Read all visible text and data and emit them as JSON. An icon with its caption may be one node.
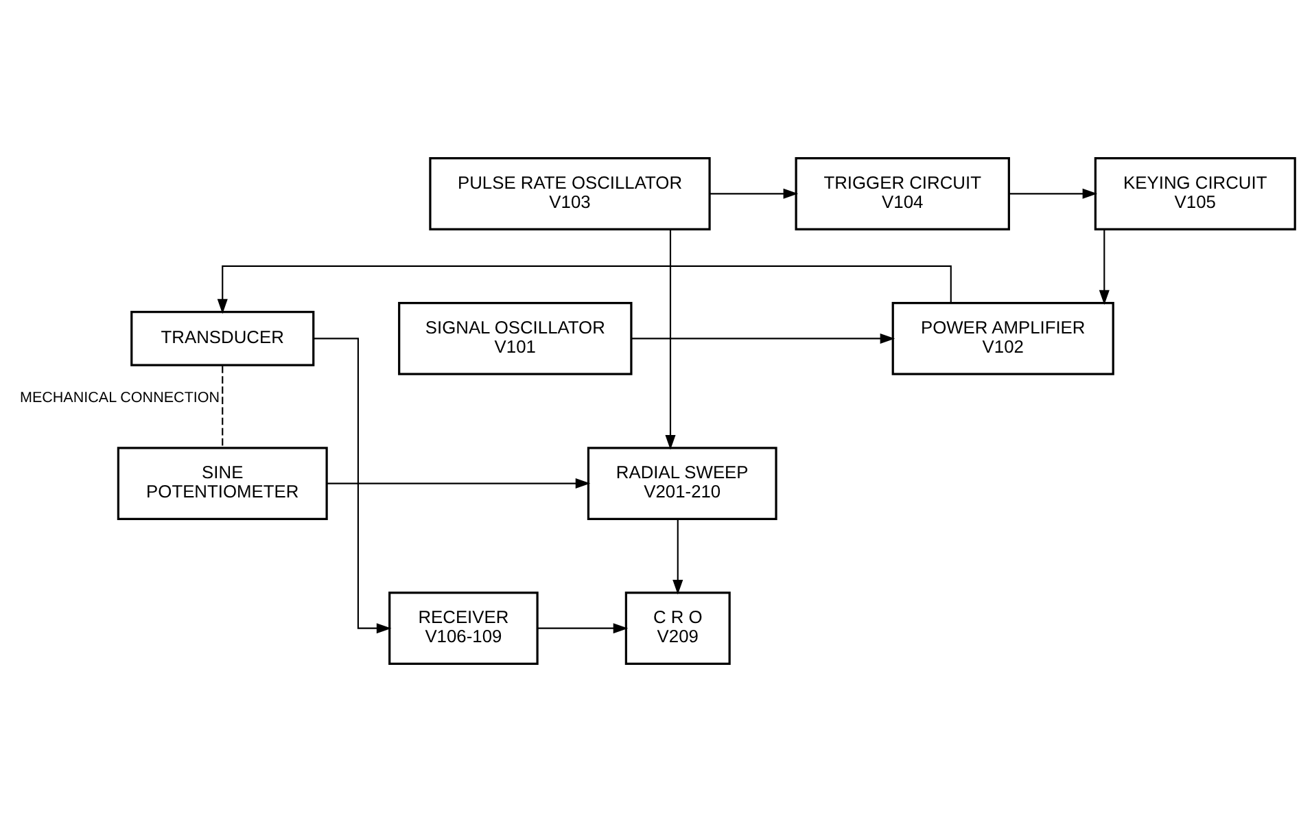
{
  "diagram": {
    "nodes": [
      {
        "text": [
          "PULSE RATE OSCILLATOR",
          "V103"
        ]
      },
      {
        "text": [
          "TRIGGER CIRCUIT",
          "V104"
        ]
      },
      {
        "text": [
          "KEYING CIRCUIT",
          "V105"
        ]
      },
      {
        "text": [
          "SIGNAL OSCILLATOR",
          "V101"
        ]
      },
      {
        "text": [
          "POWER AMPLIFIER",
          "V102"
        ]
      },
      {
        "text": [
          "TRANSDUCER"
        ]
      },
      {
        "text": [
          "RECEIVER",
          "V106-109"
        ]
      },
      {
        "text": [
          "C R O",
          "V209"
        ]
      },
      {
        "text": [
          "RADIAL SWEEP",
          "V201-210"
        ]
      },
      {
        "text": [
          "SINE",
          "POTENTIOMETER"
        ]
      }
    ],
    "edges": [
      {
        "from": 0,
        "to": 1,
        "arrow": "to"
      },
      {
        "from": 1,
        "to": 2,
        "arrow": "to"
      },
      {
        "from": 2,
        "to": 4,
        "arrow": "to"
      },
      {
        "from": 3,
        "to": 4,
        "arrow": "to"
      },
      {
        "from": 4,
        "to": 5,
        "arrow": "to"
      },
      {
        "from": 5,
        "to": 6,
        "arrow": "to"
      },
      {
        "from": 6,
        "to": 7,
        "arrow": "to"
      },
      {
        "from": 8,
        "to": 7,
        "arrow": "to"
      },
      {
        "from": 0,
        "to": 8,
        "arrow": "to"
      },
      {
        "from": 9,
        "to": 8,
        "arrow": "to"
      },
      {
        "from": 5,
        "to": 9,
        "arrow": "none",
        "style": "dashed",
        "label": "MECHANICAL CONNECTION"
      }
    ]
  }
}
